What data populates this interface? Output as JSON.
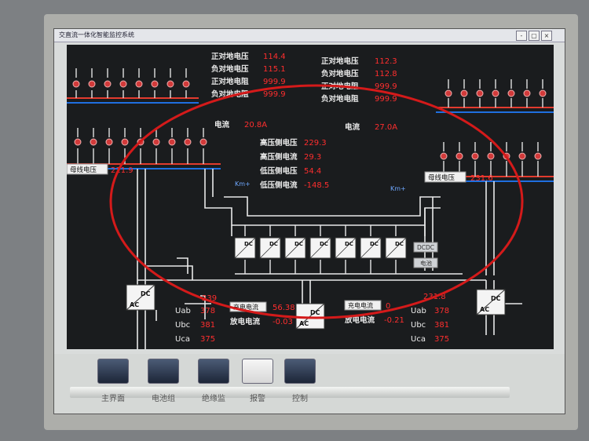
{
  "window": {
    "title": "交直流一体化智能监控系统",
    "minimize": "-",
    "restore": "▢",
    "close": "×"
  },
  "insulation_left": {
    "pos_voltage_label": "正对地电压",
    "pos_voltage": "114.4",
    "neg_voltage_label": "负对地电压",
    "neg_voltage": "115.1",
    "pos_resistance_label": "正对地电阻",
    "pos_resistance": "999.9",
    "neg_resistance_label": "负对地电阻",
    "neg_resistance": "999.9"
  },
  "insulation_right": {
    "pos_voltage_label": "正对地电压",
    "pos_voltage": "112.3",
    "neg_voltage_label": "负对地电压",
    "neg_voltage": "112.8",
    "pos_resistance_label": "正对地电阻",
    "pos_resistance": "999.9",
    "neg_resistance_label": "负对地电阻",
    "neg_resistance": "999.9"
  },
  "current_left": {
    "label": "电流",
    "value": "20.8A"
  },
  "current_right": {
    "label": "电流",
    "value": "27.0A"
  },
  "dcdc": {
    "hv_voltage_label": "高压侧电压",
    "hv_voltage": "229.3",
    "hv_current_label": "高压侧电流",
    "hv_current": "29.3",
    "lv_voltage_label": "低压侧电压",
    "lv_voltage": "54.4",
    "lv_current_label": "低压侧电流",
    "lv_current": "-148.5",
    "module_label": "DC",
    "legend_dcdc": "DCDC",
    "legend_battery": "电池"
  },
  "busbar_left": {
    "label": "母线电压",
    "value": "211.9",
    "km": "Km+"
  },
  "busbar_right": {
    "label": "母线电压",
    "value": "231.6",
    "km": "Km+"
  },
  "battery_left": {
    "voltage": "239"
  },
  "battery_right": {
    "voltage": "231.8"
  },
  "charge_current": {
    "label": "充电电流",
    "value": "56.38"
  },
  "discharge_current_left": {
    "label": "放电电流",
    "value": "-0.03"
  },
  "charge_current_mid": {
    "label": "充电电流",
    "value": "0"
  },
  "discharge_current_right": {
    "label": "放电电流",
    "value": "-0.21"
  },
  "rectifier": {
    "dc": "DC",
    "ac": "AC"
  },
  "ac_left": {
    "uab_label": "Uab",
    "uab": "378",
    "ubc_label": "Ubc",
    "ubc": "381",
    "uca_label": "Uca",
    "uca": "375"
  },
  "ac_right": {
    "uab_label": "Uab",
    "uab": "378",
    "ubc_label": "Ubc",
    "ubc": "381",
    "uca_label": "Uca",
    "uca": "375"
  },
  "nav": [
    {
      "label": "主界面"
    },
    {
      "label": "电池组"
    },
    {
      "label": "绝缘监"
    },
    {
      "label": "报警"
    },
    {
      "label": "控制"
    }
  ],
  "colors": {
    "value_red": "#ff2e2e",
    "bus_blue": "#1f6fe0",
    "bus_red": "#e23b2e",
    "annotation_circle": "#d41a1a"
  }
}
